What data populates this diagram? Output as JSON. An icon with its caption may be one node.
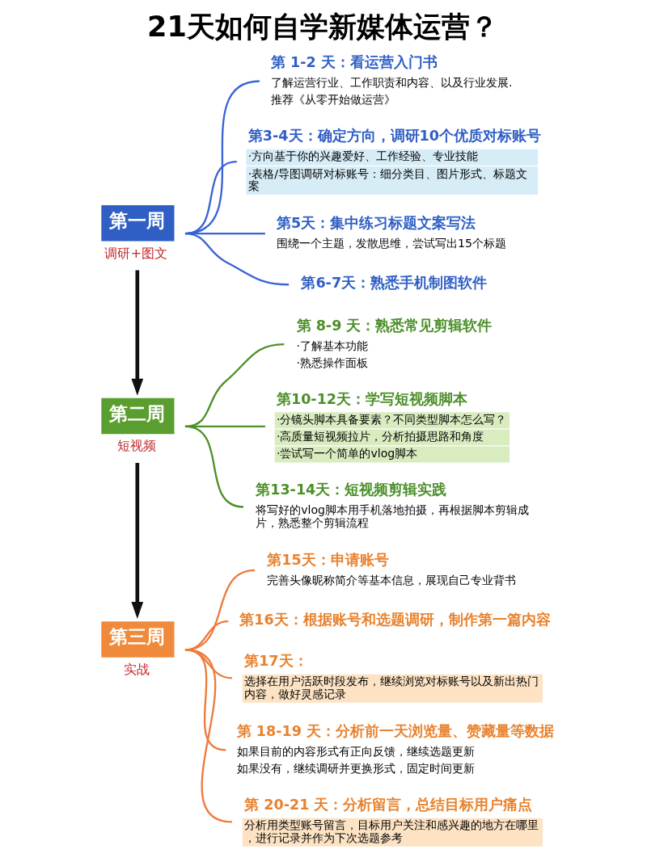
{
  "diagram": {
    "title": "21天如何自学新媒体运营？",
    "nodes": [
      {
        "text": [
          "第一周"
        ],
        "beside": [
          "调研+图文"
        ]
      },
      {
        "text": [
          "第 1-2 天：看运营入门书",
          "了解运营行业、工作职责和内容、以及行业发展.",
          "推荐《从零开始做运营》"
        ]
      },
      {
        "text": [
          "第3-4天：确定方向，调研10个优质对标账号",
          "·方向基于你的兴趣爱好、工作经验、专业技能",
          "·表格/导图调研对标账号：细分类目、图片形式、标题文案"
        ]
      },
      {
        "text": [
          "第5天：集中练习标题文案写法",
          "围绕一个主题，发散思维，尝试写出15个标题"
        ]
      },
      {
        "text": [
          "第6-7天：熟悉手机制图软件"
        ]
      },
      {
        "text": [
          "第二周"
        ],
        "beside": [
          "短视频"
        ]
      },
      {
        "text": [
          "第 8-9 天：熟悉常见剪辑软件",
          "·了解基本功能",
          "·熟悉操作面板"
        ]
      },
      {
        "text": [
          "第10-12天：学写短视频脚本",
          "·分镜头脚本具备要素？不同类型脚本怎么写？",
          "·高质量短视频拉片，分析拍摄思路和角度",
          "·尝试写一个简单的vlog脚本"
        ]
      },
      {
        "text": [
          "第13-14天：短视频剪辑实践",
          "将写好的vlog脚本用手机落地拍摄，再根据脚本剪辑成片，熟悉整个剪辑流程"
        ]
      },
      {
        "text": [
          "第三周"
        ],
        "beside": [
          "实战"
        ]
      },
      {
        "text": [
          "第15天：申请账号",
          "完善头像昵称简介等基本信息，展现自己专业背书"
        ]
      },
      {
        "text": [
          "第16天：根据账号和选题调研，制作第一篇内容"
        ]
      },
      {
        "text": [
          "第17天：",
          "选择在用户活跃时段发布，继续浏览对标账号以及新出热门内容，做好灵感记录"
        ]
      },
      {
        "text": [
          "第 18-19 天：分析前一天浏览量、赞藏量等数据",
          "如果目前的内容形式有正向反馈，继续选题更新",
          "如果没有，继续调研并更换形式，固定时间更新"
        ]
      },
      {
        "text": [
          "第 20-21 天：分析留言，总结目标用户痛点",
          "分析用类型账号留言，目标用户关注和感兴趣的地方在哪里，进行记录并作为下次选题参考"
        ]
      }
    ],
    "edges": [
      {
        "from": 0,
        "to": 5,
        "arrow": "to",
        "style": "thick",
        "color": "#111111"
      },
      {
        "from": 5,
        "to": 9,
        "arrow": "to",
        "style": "thick",
        "color": "#111111"
      },
      {
        "from": 0,
        "to": 1,
        "arrow": "none",
        "color": "#3a63d6"
      },
      {
        "from": 0,
        "to": 2,
        "arrow": "none",
        "color": "#3a63d6"
      },
      {
        "from": 0,
        "to": 3,
        "arrow": "none",
        "color": "#3a63d6"
      },
      {
        "from": 0,
        "to": 4,
        "arrow": "none",
        "color": "#3a63d6"
      },
      {
        "from": 5,
        "to": 6,
        "arrow": "none",
        "color": "#4f8f2a"
      },
      {
        "from": 5,
        "to": 7,
        "arrow": "none",
        "color": "#4f8f2a"
      },
      {
        "from": 5,
        "to": 8,
        "arrow": "none",
        "color": "#4f8f2a"
      },
      {
        "from": 9,
        "to": 10,
        "arrow": "none",
        "color": "#ee7a3c"
      },
      {
        "from": 9,
        "to": 11,
        "arrow": "none",
        "color": "#ee7a3c"
      },
      {
        "from": 9,
        "to": 12,
        "arrow": "none",
        "color": "#ee7a3c"
      },
      {
        "from": 9,
        "to": 13,
        "arrow": "none",
        "color": "#ee7a3c"
      },
      {
        "from": 9,
        "to": 14,
        "arrow": "none",
        "color": "#ee7a3c"
      }
    ]
  }
}
